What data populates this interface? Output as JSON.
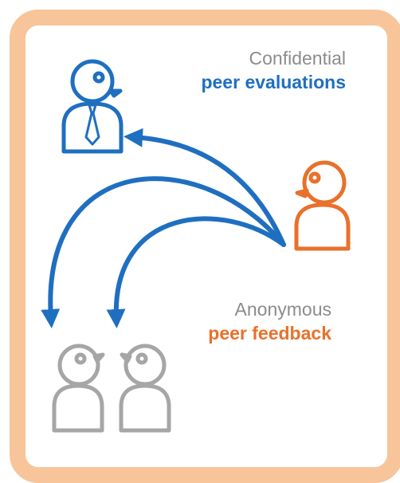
{
  "captions": {
    "confidential_line1": "Confidential",
    "confidential_line2": "peer evaluations",
    "anonymous_line1": "Anonymous",
    "anonymous_line2": "peer feedback"
  },
  "colors": {
    "frame": "#f8c49a",
    "blue": "#1f6fc1",
    "orange": "#e8712b",
    "gray": "#a6a6a6",
    "muted_text": "#8c8c8c"
  },
  "icons": {
    "manager": "person-with-tie-icon",
    "evaluator": "person-icon",
    "peer": "person-icon"
  }
}
